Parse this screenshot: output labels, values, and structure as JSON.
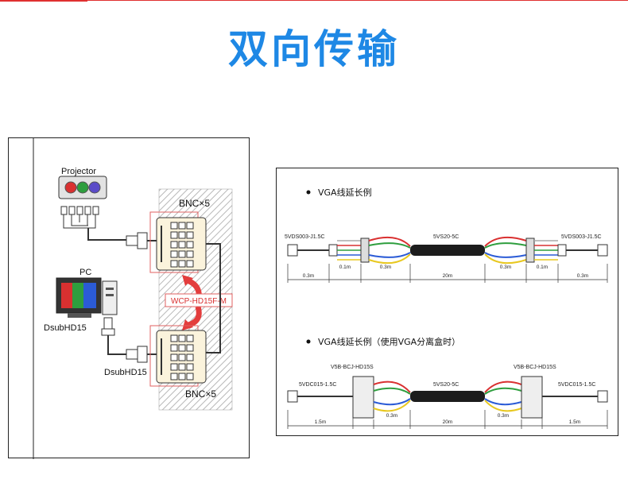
{
  "title": "双向传输",
  "left_diagram": {
    "projector_label": "Projector",
    "pc_label": "PC",
    "dsub_label_1": "DsubHD15",
    "dsub_label_2": "DsubHD15",
    "bnc_label_top": "BNC×5",
    "bnc_label_bottom": "BNC×5",
    "coupler_label": "WCP-HD15F-M"
  },
  "right_diagram": {
    "example1": {
      "heading": "VGA线延长例",
      "left_cable": "5VDS003-J1.5C",
      "middle_cable": "5VS20-5C",
      "right_cable": "5VDS003-J1.5C",
      "dims": [
        "0.3m",
        "0.1m",
        "0.3m",
        "20m",
        "0.3m",
        "0.1m",
        "0.3m"
      ]
    },
    "example2": {
      "heading": "VGA线延长例（使用VGA分离盒时）",
      "left_box": "V5B-BCJ-HD15S",
      "right_box": "V5B-BCJ-HD15S",
      "left_cable": "5VDC015-1.5C",
      "middle_cable": "5VS20-5C",
      "right_cable": "5VDC015-1.5C",
      "dims": [
        "1.5m",
        "0.3m",
        "20m",
        "0.3m",
        "1.5m"
      ]
    }
  },
  "colors": {
    "title": "#1e88e5",
    "red": "#d93030",
    "green": "#2e9e3e",
    "blue": "#2b5bd6",
    "yellow": "#e8c820",
    "white": "#f4f4f4"
  }
}
